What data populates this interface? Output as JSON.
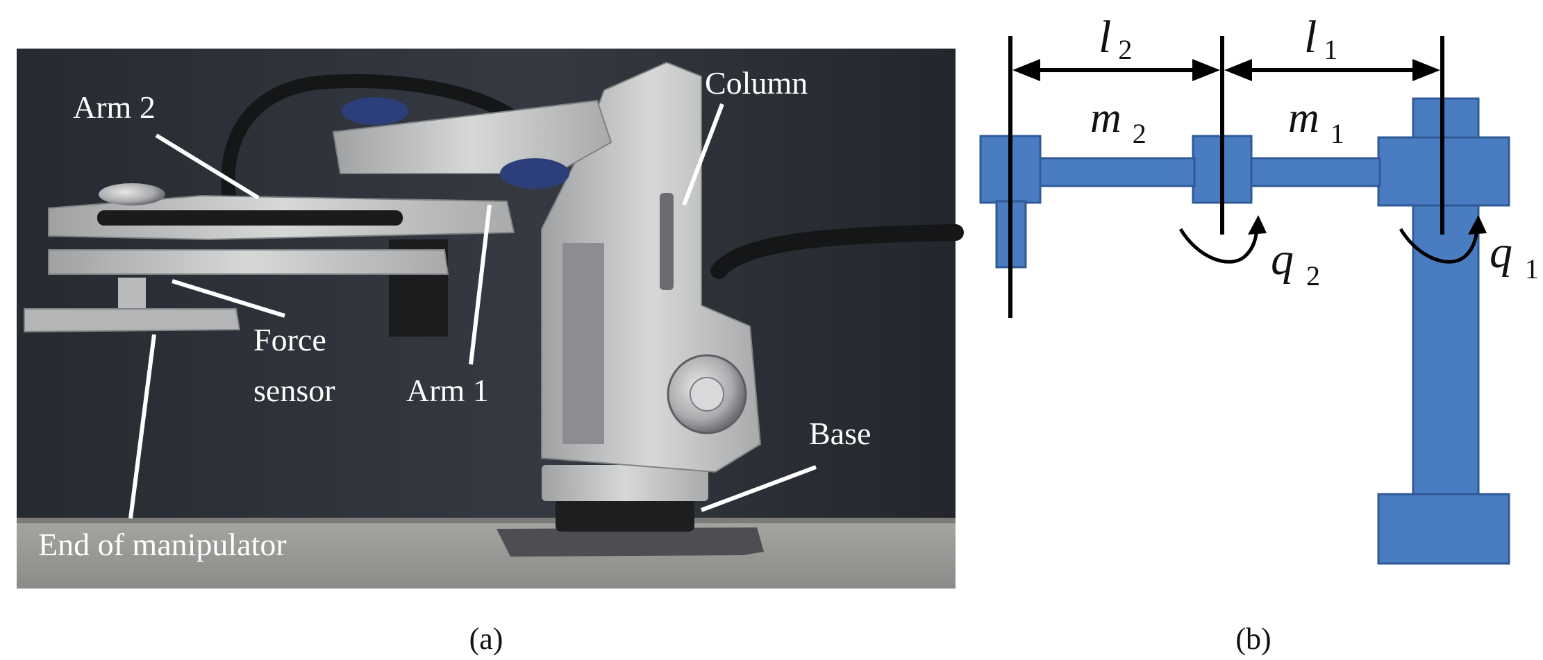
{
  "panel_a": {
    "caption": "(a)",
    "callouts": {
      "arm2": "Arm 2",
      "column": "Column",
      "force_sensor_line1": "Force",
      "force_sensor_line2": "sensor",
      "arm1": "Arm 1",
      "base": "Base",
      "end_of_manipulator": "End of manipulator"
    }
  },
  "panel_b": {
    "caption": "(b)",
    "labels": {
      "l2_main": "l",
      "l2_sub": "2",
      "l1_main": "l",
      "l1_sub": "1",
      "m2_main": "m",
      "m2_sub": "2",
      "m1_main": "m",
      "m1_sub": "1",
      "q2_main": "q",
      "q2_sub": "2",
      "q1_main": "q",
      "q1_sub": "1"
    },
    "colors": {
      "link_fill": "#4a7cc2",
      "link_stroke": "#2f5a96",
      "dimension": "#000000"
    }
  },
  "colors": {
    "photo_background": "#2a2d33",
    "table_surface": "#9a9896",
    "robot_metal": "#c8c9c8",
    "callout": "#ffffff"
  }
}
